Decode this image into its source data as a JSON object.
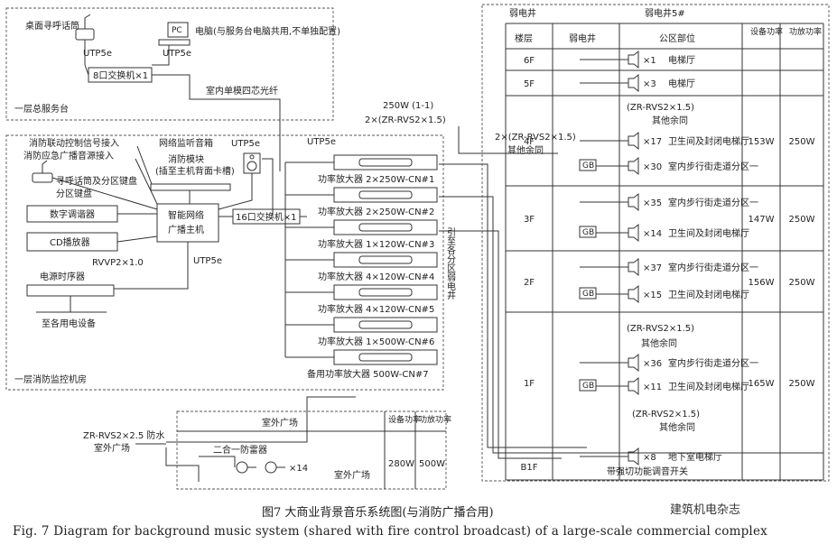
{
  "building_label": "弱电井",
  "shaft_label": "弱电井5#",
  "columns": {
    "floor": "楼层",
    "shaft": "弱电井",
    "public": "公区部位",
    "equip_power": "设备功率",
    "amp_power": "功放功率"
  },
  "floors": [
    {
      "floor": "6F",
      "rows": [
        {
          "qty": "×1",
          "name": "电梯厅"
        }
      ]
    },
    {
      "floor": "5F",
      "rows": [
        {
          "qty": "×3",
          "name": "电梯厅"
        }
      ]
    },
    {
      "floor": "4F",
      "equip": "153W",
      "amp": "250W",
      "rows": [
        {
          "qty": "×17",
          "name": "卫生间及封闭电梯厅"
        },
        {
          "qty": "×30",
          "name": "室内步行街走道分区一"
        }
      ]
    },
    {
      "floor": "3F",
      "equip": "147W",
      "amp": "250W",
      "rows": [
        {
          "qty": "×35",
          "name": "室内步行街走道分区一"
        },
        {
          "qty": "×14",
          "name": "卫生间及封闭电梯厅"
        }
      ]
    },
    {
      "floor": "2F",
      "equip": "156W",
      "amp": "250W",
      "rows": [
        {
          "qty": "×37",
          "name": "室内步行街走道分区一"
        },
        {
          "qty": "×15",
          "name": "卫生间及封闭电梯厅"
        }
      ]
    },
    {
      "floor": "1F",
      "equip": "165W",
      "amp": "250W",
      "rows": [
        {
          "qty": "×36",
          "name": "室内步行街走道分区一"
        },
        {
          "qty": "×11",
          "name": "卫生间及封闭电梯厅"
        }
      ]
    },
    {
      "floor": "B1F",
      "rows": [
        {
          "qty": "×8",
          "name": "地下室电梯厅"
        }
      ]
    }
  ],
  "cable_zr_rvs": "(ZR-RVS2×1.5)",
  "cable_others": "其他余同",
  "cable_main": "250W (1-1)",
  "cable_main2": "2×(ZR-RVS2×1.5)",
  "cable_4f": "2×(ZR-RVS2×1.5)",
  "switch_note": "带强切功能调音开关",
  "gb": "GB",
  "front_desk": {
    "label": "一层总服务台",
    "mic": "桌面寻呼话筒",
    "pc": "电脑(与服务台电脑共用,不单独配置)",
    "pc_icon": "PC",
    "utp": "UTP5e",
    "switch8": "8口交换机×1",
    "fiber": "室内单模四芯光纤"
  },
  "control_room": {
    "label": "一层消防监控机房",
    "fire_link": "消防联动控制信号接入",
    "fire_broadcast": "消防应急广播音源接入",
    "monitor": "网络监听音箱",
    "fire_module": "消防模块",
    "fire_module_note": "(插至主机背面卡槽)",
    "paging": "寻呼话筒及分区键盘",
    "tuner": "数字调谐器",
    "cd": "CD播放器",
    "host": "智能网络广播主机",
    "switch16": "16口交换机×1",
    "rvvp": "RVVP2×1.0",
    "power_seq": "电源时序器",
    "to_equipment": "至各用电设备",
    "utp": "UTP5e",
    "vertical_note": "引至各分区弱电井"
  },
  "amplifiers": [
    "功率放大器 2×250W-CN#1",
    "功率放大器 2×250W-CN#2",
    "功率放大器 1×120W-CN#3",
    "功率放大器 4×120W-CN#4",
    "功率放大器 4×120W-CN#5",
    "功率放大器 1×500W-CN#6",
    "备用功率放大器 500W-CN#7"
  ],
  "outdoor": {
    "title": "室外广场",
    "equip_power": "设备功率",
    "amp_power": "功放功率",
    "arrester": "二合一防雷器",
    "qty": "×14",
    "area": "室外广场",
    "equip": "280W",
    "amp": "500W",
    "cable": "ZR-RVS2×2.5 防水",
    "cable_area": "室外广场"
  },
  "caption_cn": "图7   大商业背景音乐系统图(与消防广播合用)",
  "caption_en": "Fig. 7   Diagram for background music system (shared with fire control broadcast) of a large-scale commercial complex",
  "watermark": "建筑机电杂志"
}
